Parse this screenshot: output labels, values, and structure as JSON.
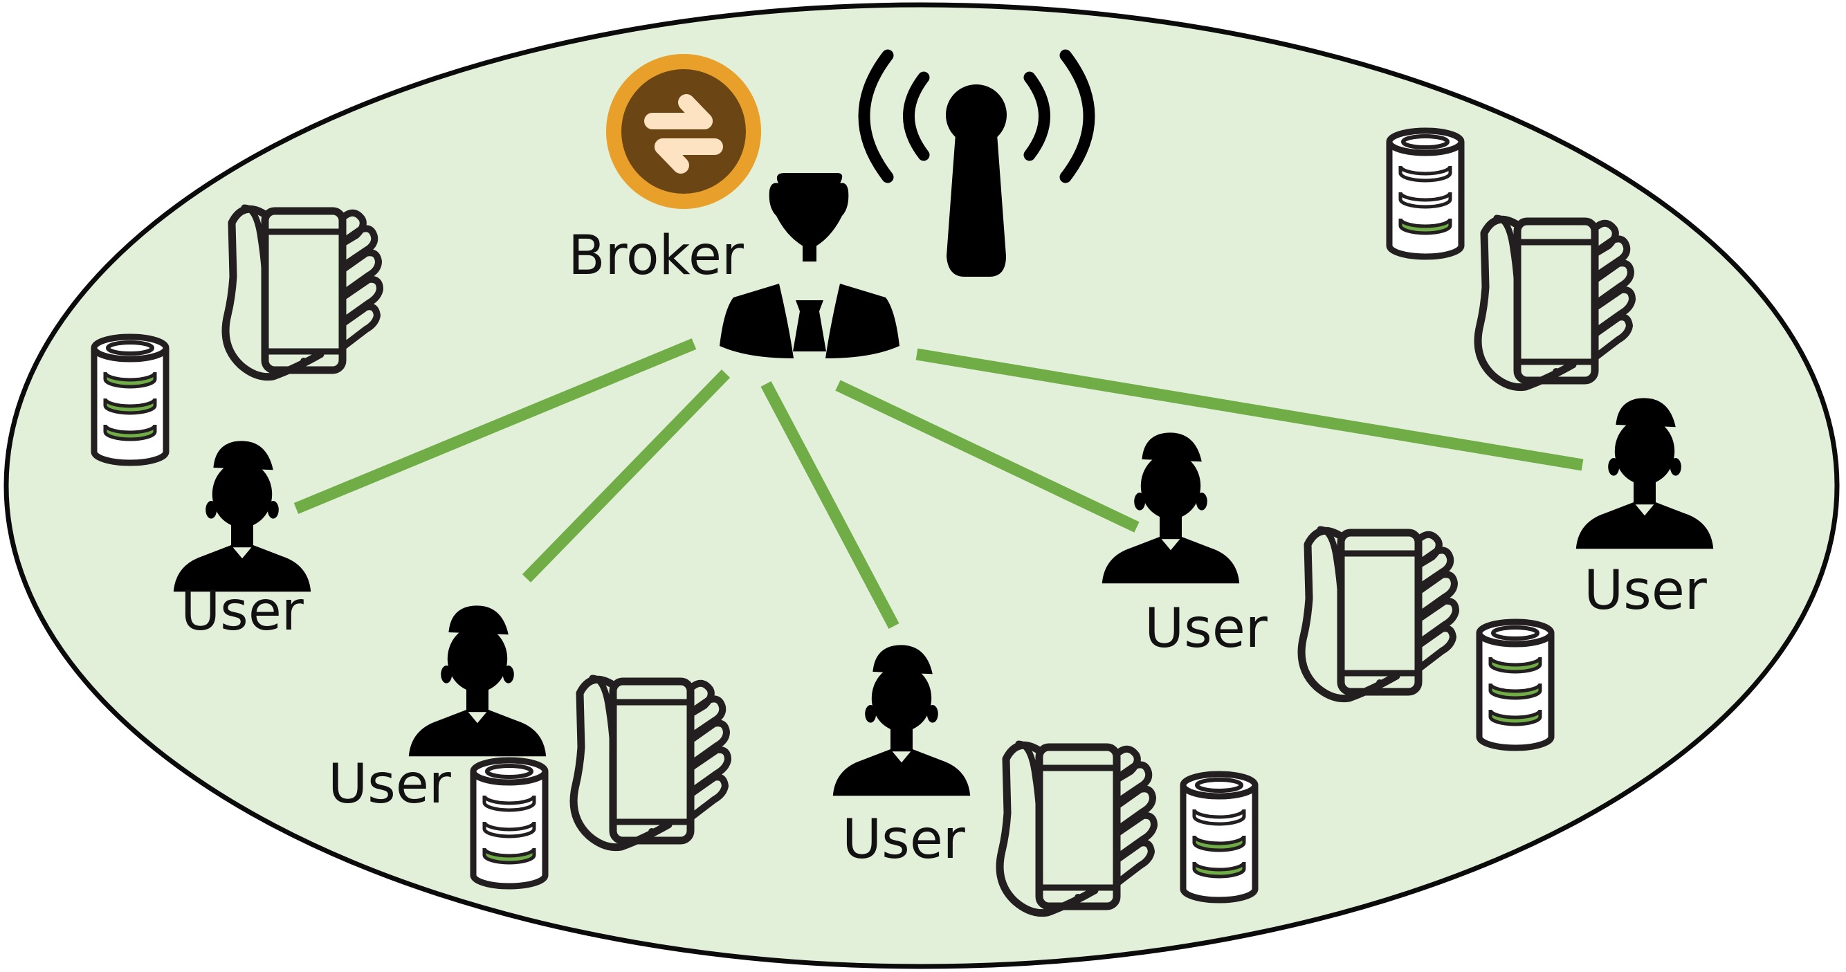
{
  "diagram": {
    "colors": {
      "region_fill": "#e2efd9",
      "region_stroke": "#0b0b0b",
      "link": "#70ad47",
      "silhouette": "#000000",
      "outline": "#231f20",
      "coin_outer": "#e8a02a",
      "coin_inner": "#6b4514",
      "coin_arrows": "#fde3c1",
      "db_stripe_filled": "#70ad47",
      "db_stripe_empty": "#ffffff"
    },
    "broker": {
      "label": "Broker",
      "icons": [
        "person-icon",
        "coin-exchange-icon",
        "antenna-icon"
      ]
    },
    "users": [
      {
        "label": "User",
        "icons": [
          "person-icon",
          "database-icon"
        ],
        "db_filled_stripes": 3
      },
      {
        "label": "User",
        "icons": [
          "person-icon",
          "hand-phone-icon",
          "database-icon"
        ],
        "db_filled_stripes": 1
      },
      {
        "label": "User",
        "icons": [
          "person-icon",
          "hand-phone-icon",
          "database-icon"
        ],
        "db_filled_stripes": 2
      },
      {
        "label": "User",
        "icons": [
          "person-icon",
          "hand-phone-icon",
          "database-icon"
        ],
        "db_filled_stripes": 3
      },
      {
        "label": "User",
        "icons": [
          "person-icon",
          "hand-phone-icon",
          "database-icon"
        ],
        "db_filled_stripes": 1
      }
    ],
    "decor": {
      "hand_phone_near_left_user": true,
      "hand_phone_near_right_user": true
    }
  }
}
